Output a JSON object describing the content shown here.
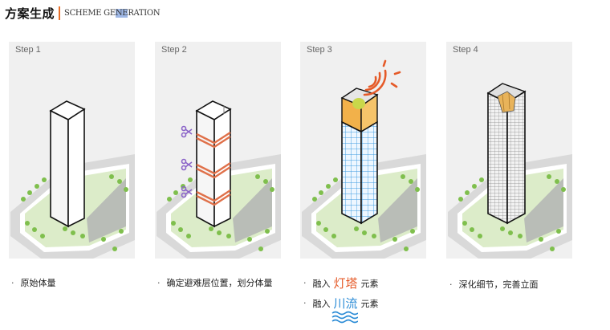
{
  "header": {
    "title_cn": "方案生成",
    "title_en_a": "SCHEME GE",
    "title_en_b": "NE",
    "title_en_c": "RATION"
  },
  "steps": [
    {
      "label": "Step 1"
    },
    {
      "label": "Step 2"
    },
    {
      "label": "Step 3"
    },
    {
      "label": "Step 4"
    }
  ],
  "captions": {
    "c1": {
      "bullet": "·",
      "text": "原始体量"
    },
    "c2": {
      "bullet": "·",
      "text": "确定避难层位置，划分体量"
    },
    "c3a": {
      "bullet": "·",
      "pre": "融入",
      "hl": "灯塔",
      "post": "元素"
    },
    "c3b": {
      "bullet": "·",
      "pre": "融入",
      "hl": "川流",
      "post": "元素"
    },
    "c4": {
      "bullet": "·",
      "text": "深化细节，完善立面"
    }
  },
  "colors": {
    "accent_orange": "#e8702a",
    "refuge_band": "#e0714a",
    "lighthouse_red": "#e55a28",
    "stream_blue": "#2a8bd6",
    "crown_yellow": "#f2b14a",
    "scissor_purple": "#8a63c8",
    "tree_green": "#7fbf4d",
    "lawn_green": "#dcecc9"
  },
  "icons": [
    "scissors-icon",
    "signal-waves-icon",
    "water-waves-icon"
  ]
}
